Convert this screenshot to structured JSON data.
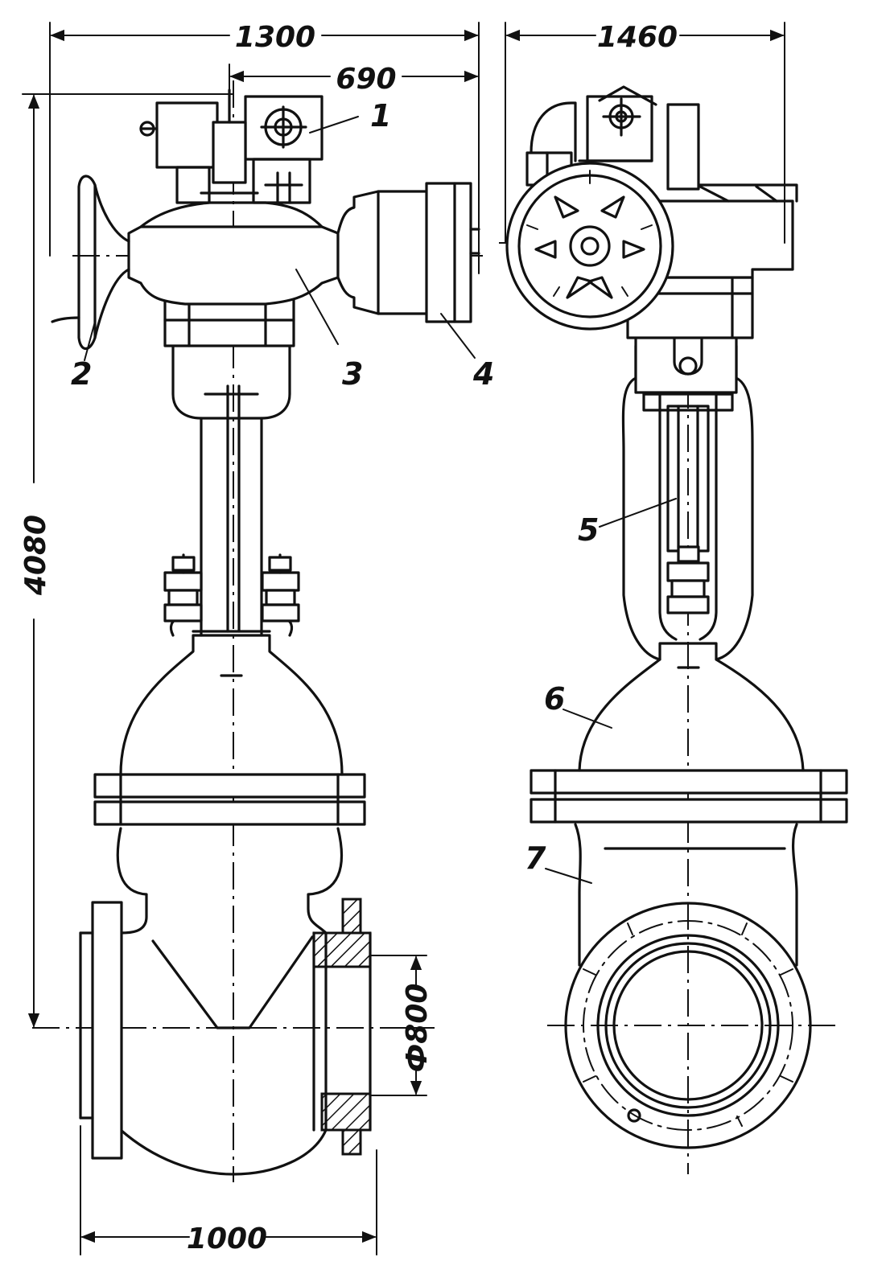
{
  "dimensions": {
    "overall_width_front": "1300",
    "drive_offset": "690",
    "overall_width_side": "1460",
    "overall_height": "4080",
    "bore_diameter": "Ф800",
    "face_to_face": "1000"
  },
  "callouts": {
    "c1": "1",
    "c2": "2",
    "c3": "3",
    "c4": "4",
    "c5": "5",
    "c6": "6",
    "c7": "7"
  }
}
